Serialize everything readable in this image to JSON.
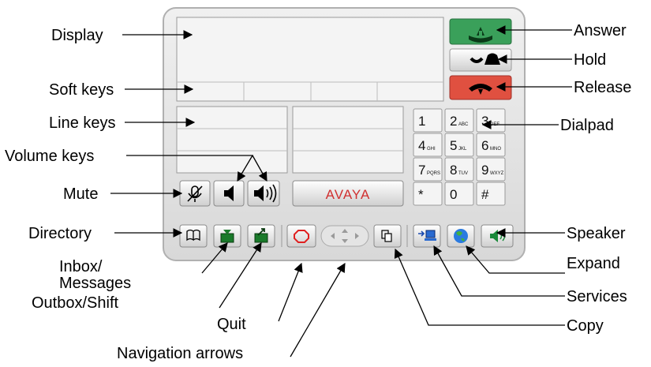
{
  "labels": {
    "display": "Display",
    "soft_keys": "Soft keys",
    "line_keys": "Line keys",
    "volume_keys": "Volume keys",
    "mute": "Mute",
    "directory": "Directory",
    "inbox_1": "Inbox/",
    "inbox_2": "Messages",
    "outbox": "Outbox/Shift",
    "quit": "Quit",
    "navigation": "Navigation arrows",
    "answer": "Answer",
    "hold": "Hold",
    "release": "Release",
    "dialpad": "Dialpad",
    "speaker": "Speaker",
    "expand": "Expand",
    "services": "Services",
    "copy": "Copy"
  },
  "brand": "AVAYA",
  "dialpad": [
    {
      "digit": "1",
      "letters": ""
    },
    {
      "digit": "2",
      "letters": "ABC"
    },
    {
      "digit": "3",
      "letters": "DEF"
    },
    {
      "digit": "4",
      "letters": "GHI"
    },
    {
      "digit": "5",
      "letters": "JKL"
    },
    {
      "digit": "6",
      "letters": "MNO"
    },
    {
      "digit": "7",
      "letters": "PQRS"
    },
    {
      "digit": "8",
      "letters": "TUV"
    },
    {
      "digit": "9",
      "letters": "WXYZ"
    },
    {
      "digit": "*",
      "letters": ""
    },
    {
      "digit": "0",
      "letters": ""
    },
    {
      "digit": "#",
      "letters": ""
    }
  ],
  "colors": {
    "answer": "#3aa05a",
    "release": "#e05040",
    "brand": "#d03030",
    "quit": "#e02020",
    "body": "#e6e6e6"
  }
}
